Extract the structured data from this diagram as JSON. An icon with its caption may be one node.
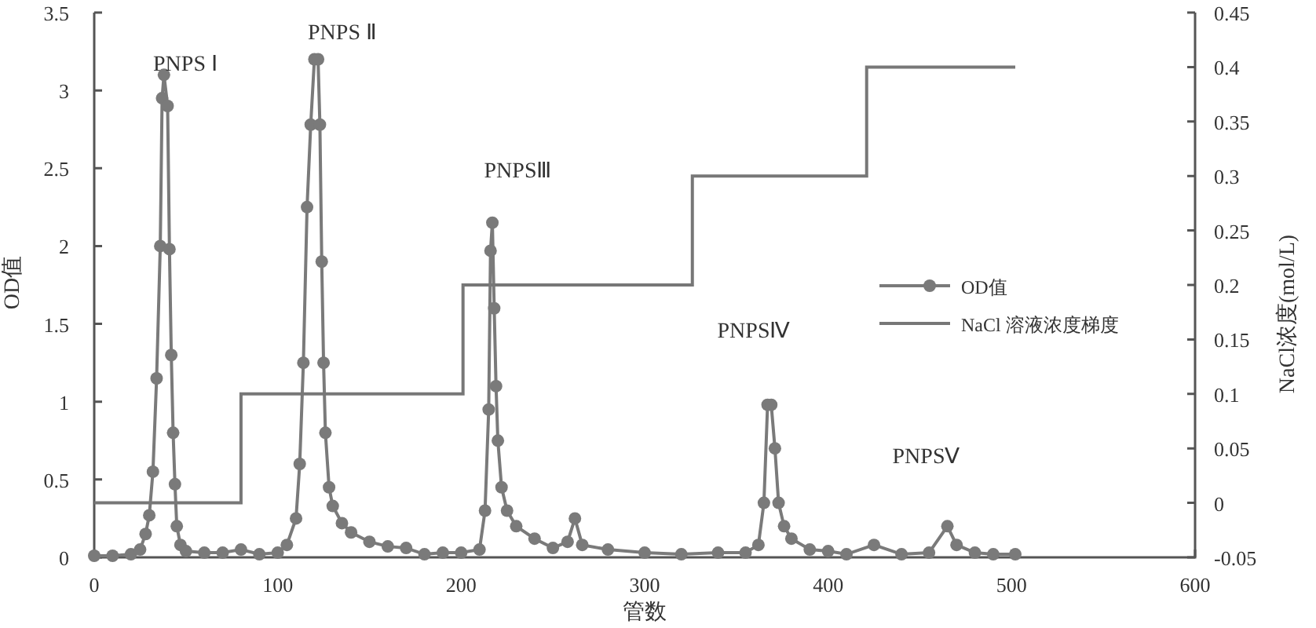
{
  "diagram": {
    "chart_data": {
      "type": "line",
      "xlabel": "管数",
      "ylabel": "OD值",
      "xlim": [
        0,
        600
      ],
      "ylim": [
        0,
        3.5
      ],
      "xticks": [
        0,
        100,
        200,
        300,
        400,
        500,
        600
      ],
      "yticks": [
        0,
        0.5,
        1,
        1.5,
        2,
        2.5,
        3,
        3.5
      ],
      "x": [
        0,
        10,
        20,
        25,
        28,
        30,
        32,
        34,
        36,
        37,
        38,
        40,
        41,
        42,
        43,
        44,
        45,
        47,
        50,
        60,
        70,
        80,
        90,
        100,
        105,
        110,
        112,
        114,
        116,
        118,
        120,
        122,
        123,
        124,
        125,
        126,
        128,
        130,
        135,
        140,
        150,
        160,
        170,
        180,
        190,
        200,
        210,
        213,
        215,
        216,
        217,
        218,
        219,
        220,
        222,
        225,
        230,
        240,
        250,
        258,
        262,
        266,
        280,
        300,
        320,
        340,
        355,
        362,
        365,
        367,
        369,
        371,
        373,
        376,
        380,
        390,
        400,
        410,
        425,
        440,
        455,
        465,
        470,
        480,
        490,
        502
      ],
      "series": [
        {
          "name": "OD值",
          "color": "#7a7a7a",
          "marker": "circle",
          "values": [
            0.01,
            0.01,
            0.02,
            0.05,
            0.15,
            0.27,
            0.55,
            1.15,
            2.0,
            2.95,
            3.1,
            2.9,
            1.98,
            1.3,
            0.8,
            0.47,
            0.2,
            0.08,
            0.04,
            0.03,
            0.03,
            0.05,
            0.02,
            0.03,
            0.08,
            0.25,
            0.6,
            1.25,
            2.25,
            2.78,
            3.2,
            3.2,
            2.78,
            1.9,
            1.25,
            0.8,
            0.45,
            0.33,
            0.22,
            0.16,
            0.1,
            0.07,
            0.06,
            0.02,
            0.03,
            0.03,
            0.05,
            0.3,
            0.95,
            1.97,
            2.15,
            1.6,
            1.1,
            0.75,
            0.45,
            0.3,
            0.2,
            0.12,
            0.06,
            0.1,
            0.25,
            0.08,
            0.05,
            0.03,
            0.02,
            0.03,
            0.03,
            0.08,
            0.35,
            0.98,
            0.98,
            0.7,
            0.35,
            0.2,
            0.12,
            0.05,
            0.04,
            0.02,
            0.08,
            0.02,
            0.03,
            0.2,
            0.08,
            0.03,
            0.02,
            0.02
          ]
        },
        {
          "name": "NaCl 溶液浓度梯度",
          "color": "#777777",
          "axis": "y2",
          "x": [
            0,
            80,
            80,
            201,
            201,
            326,
            326,
            421,
            421,
            502
          ],
          "values": [
            0,
            0,
            0.1,
            0.1,
            0.2,
            0.2,
            0.3,
            0.3,
            0.4,
            0.4
          ]
        }
      ],
      "y2label": "NaCl浓度(mol/L)",
      "y2lim": [
        -0.05,
        0.45
      ],
      "y2ticks": [
        -0.05,
        0,
        0.05,
        0.1,
        0.15,
        0.2,
        0.25,
        0.3,
        0.35,
        0.4,
        0.45
      ],
      "legend": true
    },
    "labels": [
      "PNPS Ⅰ",
      "PNPS Ⅱ",
      "PNPSⅢ",
      "PNPSⅣ",
      "PNPSⅤ"
    ]
  }
}
